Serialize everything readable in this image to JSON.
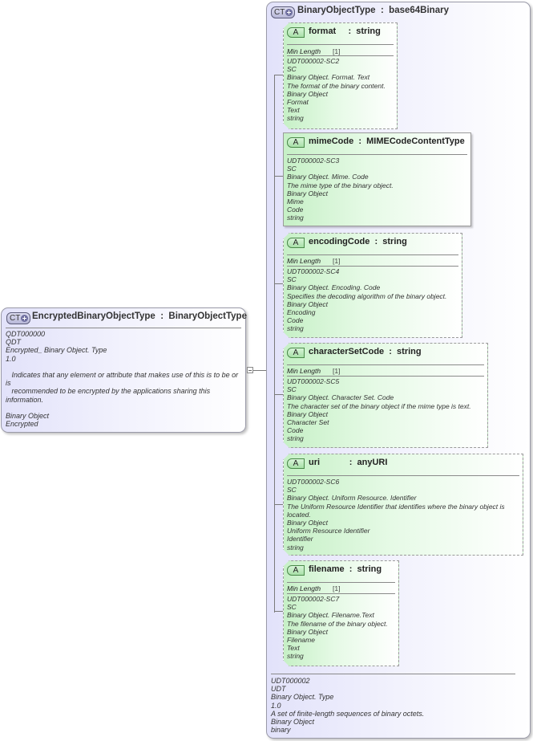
{
  "left_type": {
    "badge": "CT",
    "title": "EncryptedBinaryObjectType  :  BinaryObjectType",
    "meta": "QDT000000\nQDT\nEncrypted_ Binary Object. Type\n1.0\n\n   Indicates that any element or attribute that makes use of this is to be or\nis\n   recommended to be encrypted by the applications sharing this\ninformation.\n\nBinary Object\nEncrypted"
  },
  "right_type": {
    "badge": "CT",
    "title": "BinaryObjectType  :  base64Binary",
    "meta": "UDT000002\nUDT\nBinary Object. Type\n1.0\nA set of finite-length sequences of binary octets.\nBinary Object\nbinary",
    "attributes": [
      {
        "badge": "A",
        "name": "format     :  string",
        "facet_label": "Min Length",
        "facet_value": "[1]",
        "meta": "UDT000002-SC2\nSC\nBinary Object. Format. Text\nThe format of the binary content.\nBinary Object\nFormat\nText\nstring"
      },
      {
        "badge": "A",
        "name": "mimeCode  :  MIMECodeContentType",
        "meta": "UDT000002-SC3\nSC\nBinary Object. Mime. Code\nThe mime type of the binary object.\nBinary Object\nMime\nCode\nstring"
      },
      {
        "badge": "A",
        "name": "encodingCode  :  string",
        "facet_label": "Min Length",
        "facet_value": "[1]",
        "meta": "UDT000002-SC4\nSC\nBinary Object. Encoding. Code\nSpecifies the decoding algorithm of the binary object.\nBinary Object\nEncoding\nCode\nstring"
      },
      {
        "badge": "A",
        "name": "characterSetCode  :  string",
        "facet_label": "Min Length",
        "facet_value": "[1]",
        "meta": "UDT000002-SC5\nSC\nBinary Object. Character Set. Code\nThe character set of the binary object if the mime type is text.\nBinary Object\nCharacter Set\nCode\nstring"
      },
      {
        "badge": "A",
        "name": "uri            :  anyURI",
        "meta": "UDT000002-SC6\nSC\nBinary Object. Uniform Resource. Identifier\nThe Uniform Resource Identifier that identifies where the binary object is\nlocated.\nBinary Object\nUniform Resource Identifier\nIdentifier\nstring"
      },
      {
        "badge": "A",
        "name": "filename  :  string",
        "facet_label": "Min Length",
        "facet_value": "[1]",
        "meta": "UDT000002-SC7\nSC\nBinary Object. Filename.Text\nThe filename of the binary object.\nBinary Object\nFilename\nText\nstring"
      }
    ]
  },
  "colors": {
    "complex_type_fill": "#e2e2fa",
    "attribute_fill": "#c6f0c6",
    "border": "#9a9aa8"
  }
}
